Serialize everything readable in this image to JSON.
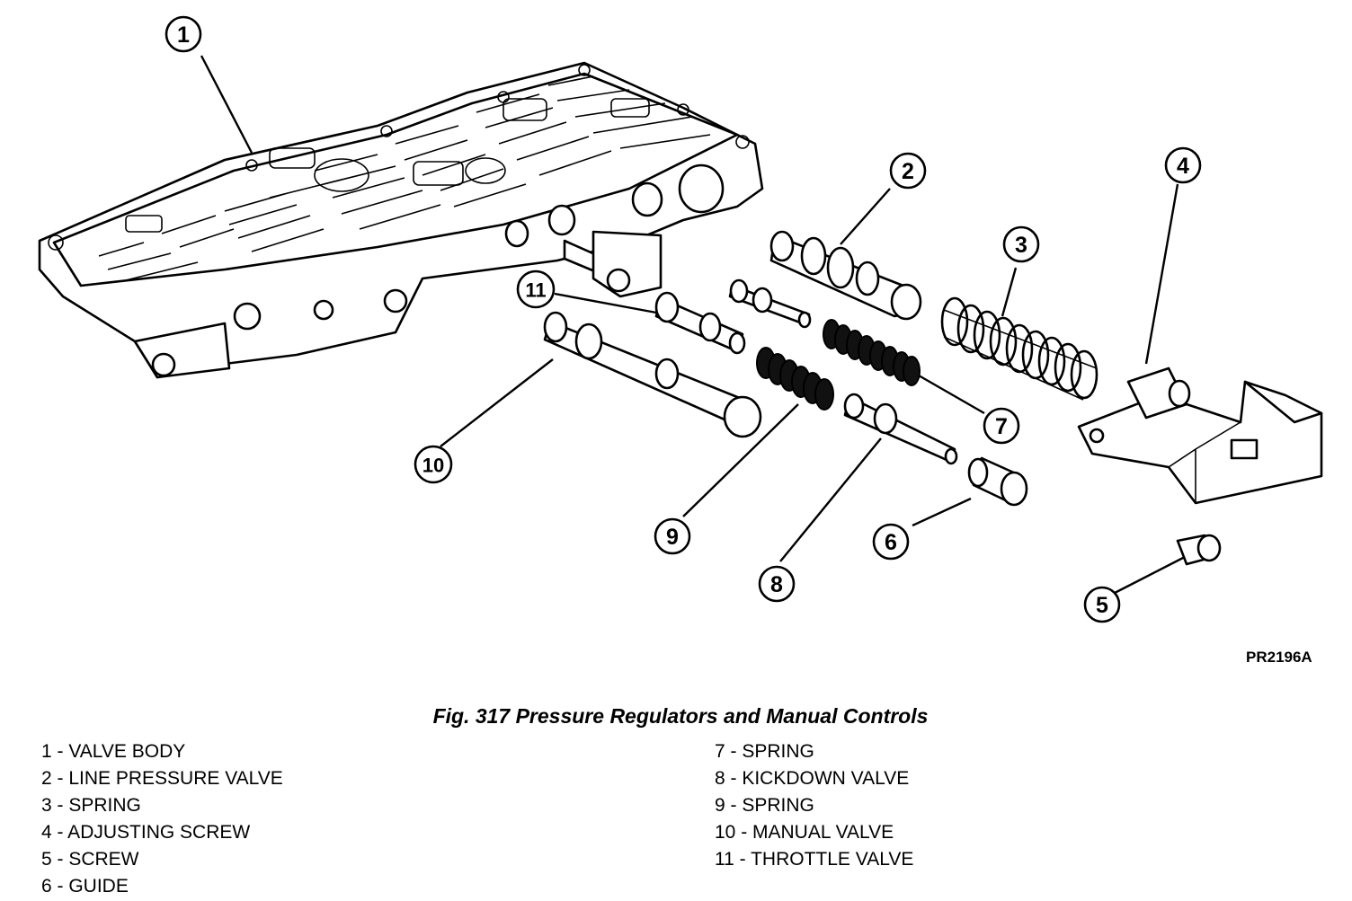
{
  "figure": {
    "id_label": "PR2196A",
    "caption": "Fig. 317 Pressure Regulators and Manual Controls"
  },
  "callouts": [
    "1",
    "2",
    "3",
    "4",
    "5",
    "6",
    "7",
    "8",
    "9",
    "10",
    "11"
  ],
  "legend_left": [
    "1 - VALVE BODY",
    "2 - LINE PRESSURE VALVE",
    "3 - SPRING",
    "4 - ADJUSTING SCREW",
    "5 - SCREW",
    "6 - GUIDE"
  ],
  "legend_right": [
    "7 - SPRING",
    "8 - KICKDOWN VALVE",
    "9 - SPRING",
    "10 - MANUAL VALVE",
    "11 - THROTTLE VALVE"
  ]
}
